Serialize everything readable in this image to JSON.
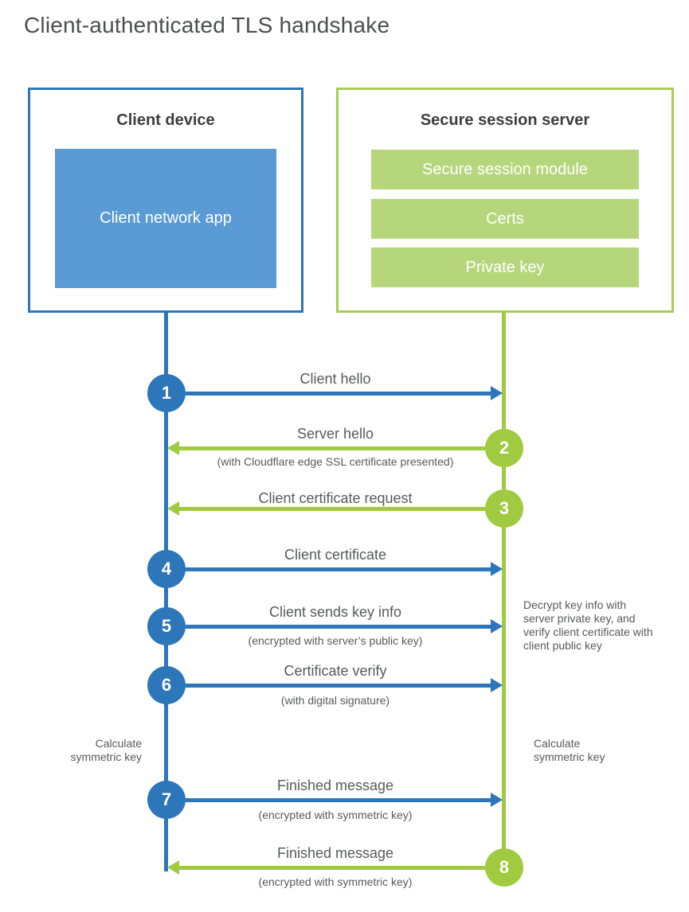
{
  "title": "Client-authenticated TLS handshake",
  "client_box": {
    "title": "Client device",
    "app_label": "Client network app"
  },
  "server_box": {
    "title": "Secure session server",
    "modules": [
      "Secure session module",
      "Certs",
      "Private key"
    ]
  },
  "steps": [
    {
      "num": "1",
      "label": "Client hello",
      "sublabel": "",
      "from": "client",
      "to": "server"
    },
    {
      "num": "2",
      "label": "Server hello",
      "sublabel": "(with Cloudflare edge SSL certificate presented)",
      "from": "server",
      "to": "client"
    },
    {
      "num": "3",
      "label": "Client certificate request",
      "sublabel": "",
      "from": "server",
      "to": "client"
    },
    {
      "num": "4",
      "label": "Client certificate",
      "sublabel": "",
      "from": "client",
      "to": "server"
    },
    {
      "num": "5",
      "label": "Client sends key info",
      "sublabel": "(encrypted with server’s public key)",
      "from": "client",
      "to": "server"
    },
    {
      "num": "6",
      "label": "Certificate verify",
      "sublabel": "(with digital signature)",
      "from": "client",
      "to": "server"
    },
    {
      "num": "7",
      "label": "Finished message",
      "sublabel": "(encrypted with symmetric key)",
      "from": "client",
      "to": "server"
    },
    {
      "num": "8",
      "label": "Finished message",
      "sublabel": "(encrypted with symmetric key)",
      "from": "server",
      "to": "client"
    }
  ],
  "annotations": {
    "server_decrypt_note": "Decrypt key info with server private key, and verify client certificate with client public key",
    "client_calculate": "Calculate symmetric key",
    "server_calculate": "Calculate symmetric key"
  },
  "colors": {
    "client_accent": "#2d76b9",
    "client_fill": "#5b9bd5",
    "server_accent": "#a0ca3f",
    "server_border": "#a6ce52",
    "server_fill": "#b6d67c",
    "label_text": "#58595b"
  }
}
